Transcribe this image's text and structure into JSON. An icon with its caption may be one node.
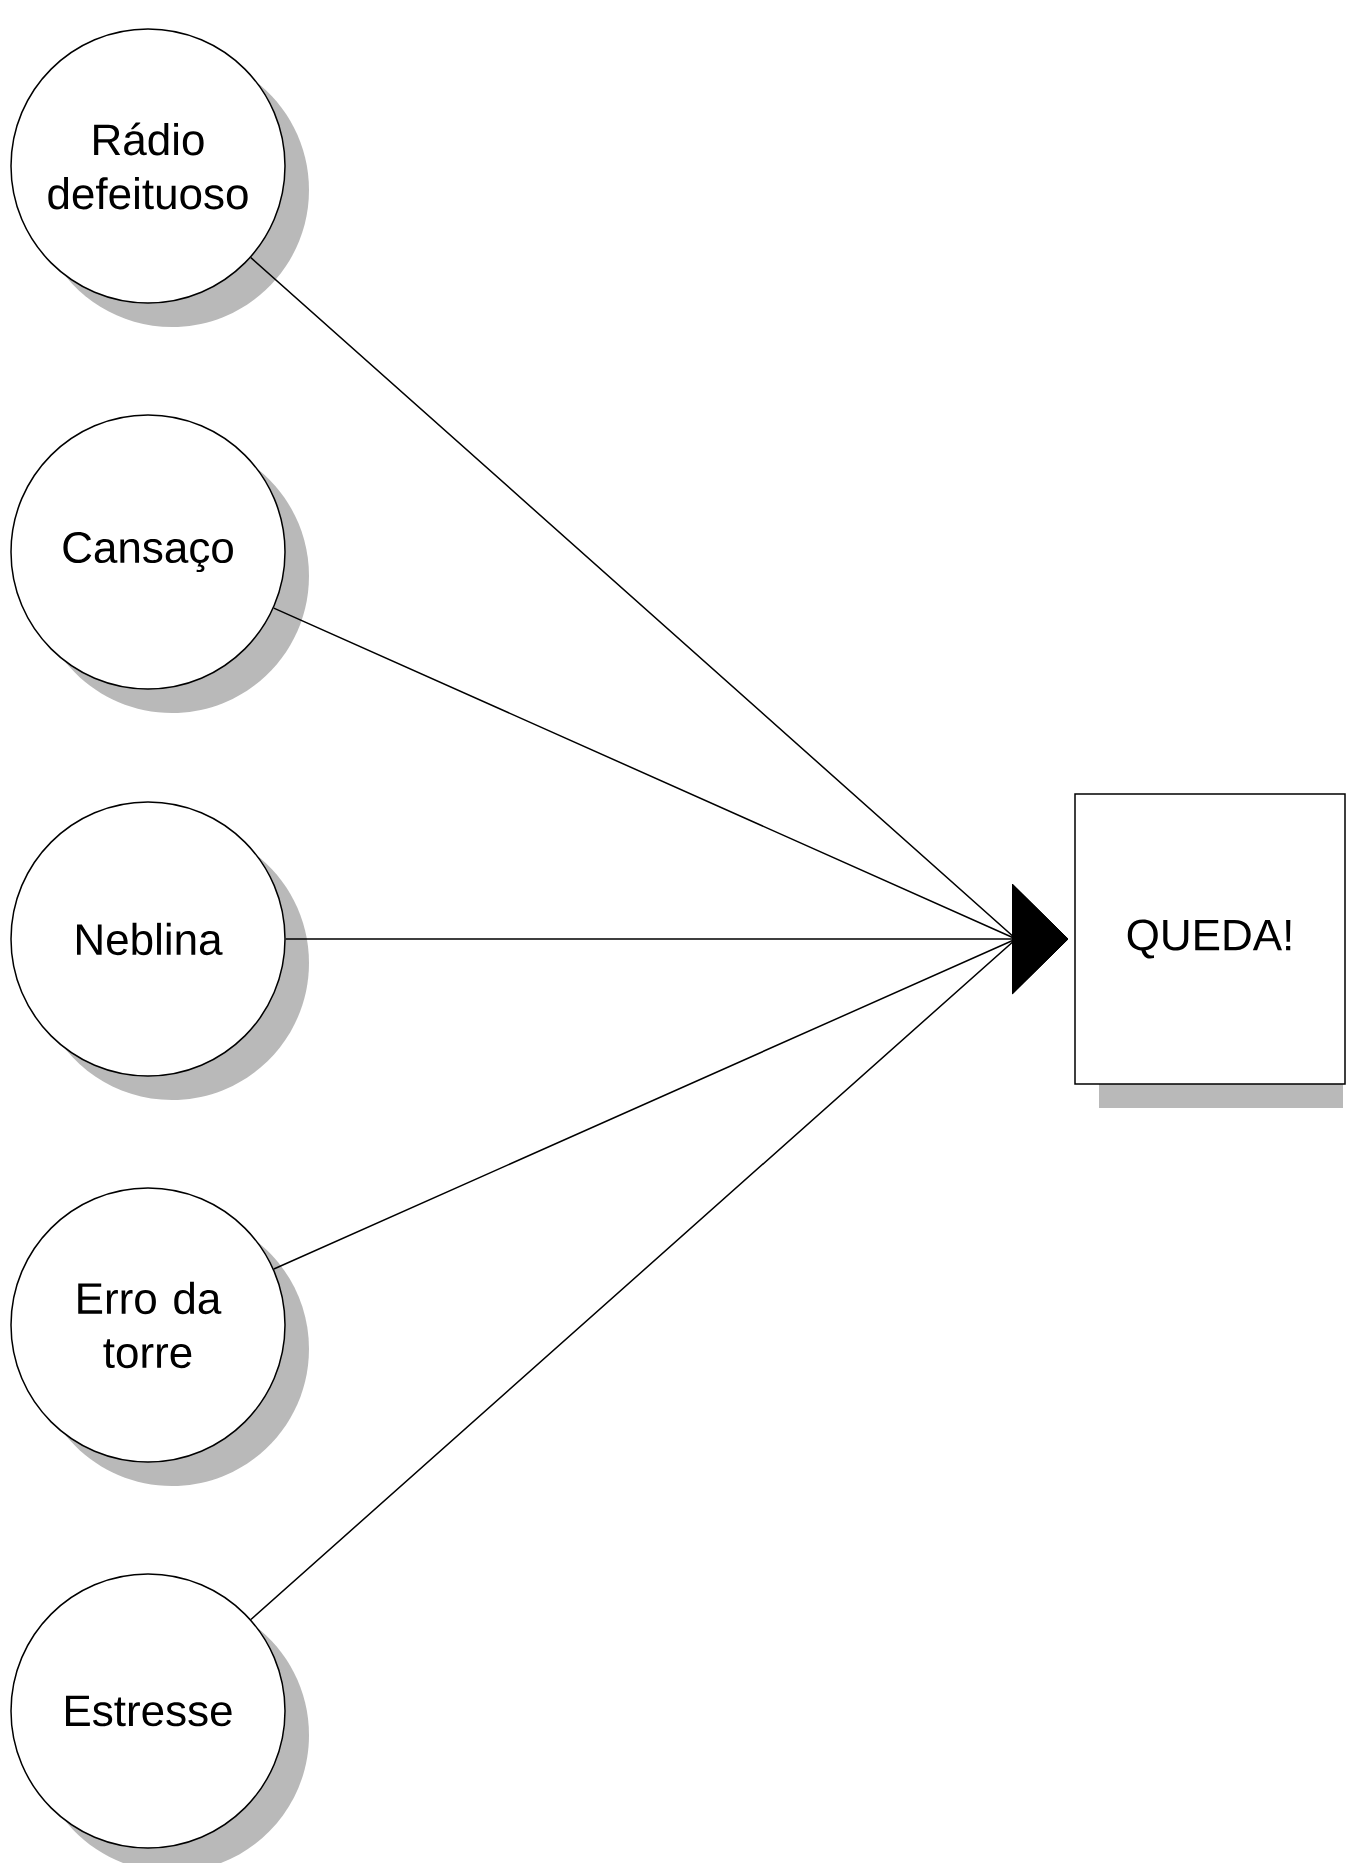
{
  "diagram": {
    "nodes": [
      {
        "text": [
          "Rádio defeituoso"
        ]
      },
      {
        "text": [
          "Cansaço"
        ]
      },
      {
        "text": [
          "Neblina"
        ]
      },
      {
        "text": [
          "Erro da torre"
        ]
      },
      {
        "text": [
          "Estresse"
        ]
      },
      {
        "text": [
          "QUEDA!"
        ]
      }
    ],
    "edges": [
      {
        "from": 0,
        "to": 5,
        "arrow": "to"
      },
      {
        "from": 1,
        "to": 5,
        "arrow": "to"
      },
      {
        "from": 2,
        "to": 5,
        "arrow": "to"
      },
      {
        "from": 3,
        "to": 5,
        "arrow": "to"
      },
      {
        "from": 4,
        "to": 5,
        "arrow": "to"
      }
    ]
  }
}
